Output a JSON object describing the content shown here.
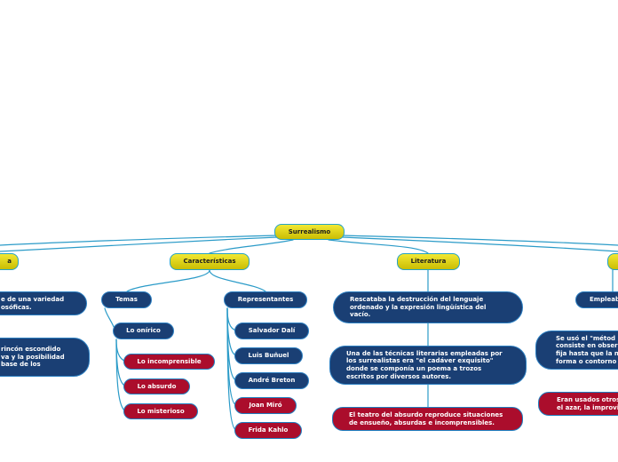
{
  "colors": {
    "link": "#2b9bc8",
    "topic_fill": "#e8dc1e",
    "blue_fill": "#1a3f74",
    "red_fill": "#ab0d2c"
  },
  "diagram": {
    "root": "Surrealismo",
    "branches": {
      "left_partial": "a",
      "caracteristicas": "Características",
      "literatura": "Literatura"
    },
    "left_notes": {
      "note1": "e de una variedad\nosóficas.",
      "note2": "rincón escondido\nva y la posibilidad\n base de los"
    },
    "caracteristicas": {
      "temas": "Temas",
      "onirico": "Lo onírico",
      "incomprensible": "Lo incomprensible",
      "absurdo": "Lo absurdo",
      "misterioso": "Lo misterioso",
      "representantes": "Representantes",
      "dali": "Salvador Dalí",
      "bunuel": "Luis Buñuel",
      "breton": "André Breton",
      "miro": "Joan Miró",
      "kahlo": "Frida Kahlo"
    },
    "literatura": {
      "lit1": "Rescataba  la destrucción del lenguaje\nordenado y la expresión lingüística del\nvacío.",
      "lit2": "Una de las técnicas literarias empleadas por\nlos surrealistas era \"el cadáver exquisito\"\ndonde se componía un poema a trozos\nescritos por diversos autores.",
      "lit3": "El teatro del absurdo reproduce situaciones\nde ensueño, absurdas e incomprensibles."
    },
    "right_partial": {
      "empleab": "Empleab",
      "note1": "Se usó el \"métod\nconsiste en obser\nfija hasta que la n\nforma o contorno",
      "note2": "Eran usados otros\nel azar, la improvi"
    }
  }
}
